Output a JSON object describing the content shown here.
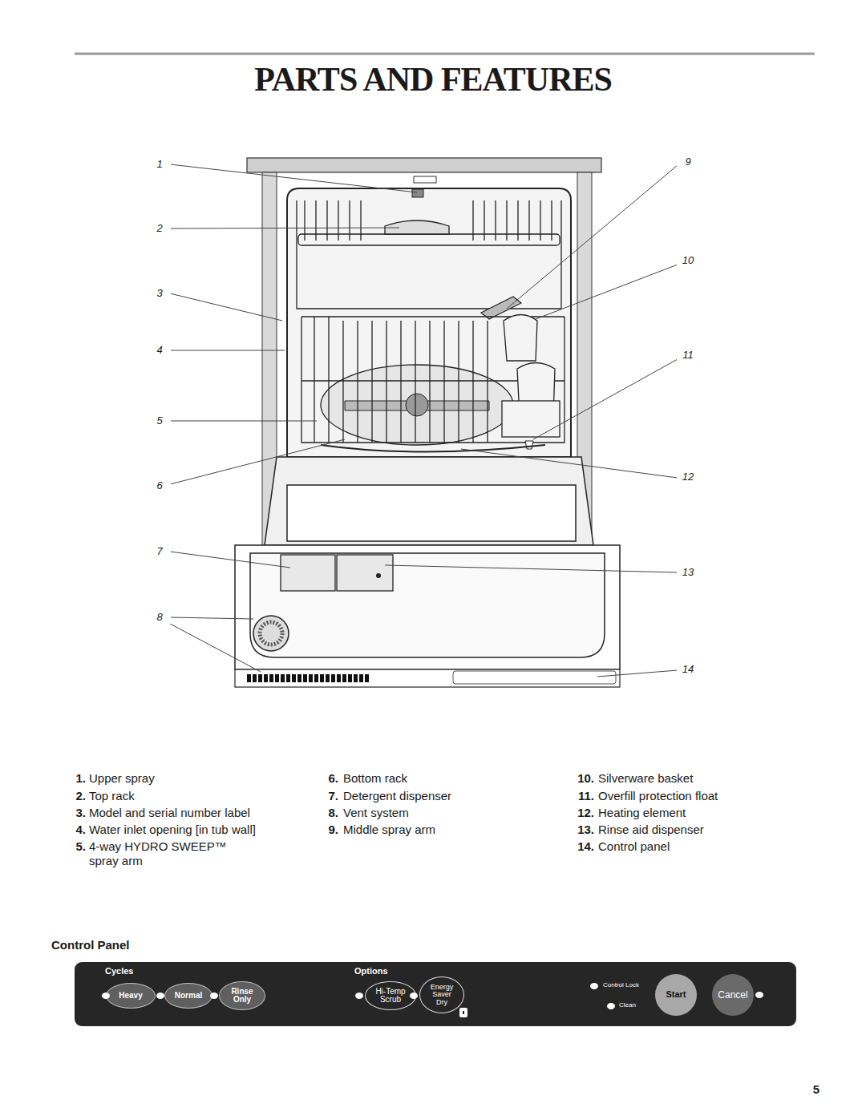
{
  "diagram": {
    "title": "PARTS AND FEATURES",
    "nodes": [
      {
        "text": [
          "Cycles",
          "Options",
          "Control Lock",
          "Clean"
        ]
      },
      {
        "text": [
          "Heavy"
        ],
        "in": 0
      },
      {
        "text": [
          "Normal"
        ],
        "in": 0
      },
      {
        "text": [
          "Rinse Only"
        ],
        "in": 0
      },
      {
        "text": [
          "Hi-Temp Scrub"
        ],
        "in": 0
      },
      {
        "text": [
          "Energy Saver Dry"
        ],
        "in": 0
      },
      {
        "text": [
          "Start"
        ],
        "in": 0
      },
      {
        "text": [
          "Cancel"
        ],
        "in": 0
      }
    ],
    "labels": [
      "1",
      "2",
      "3",
      "4",
      "5",
      "6",
      "7",
      "8",
      "9",
      "10",
      "11",
      "12",
      "13",
      "14",
      "1.",
      "Upper spray",
      "2.",
      "Top rack",
      "3.",
      "Model and serial number label",
      "4.",
      "Water inlet opening [in tub wall]",
      "5.",
      "4-way HYDRO SWEEP™ spray arm",
      "6.",
      "Bottom rack",
      "7.",
      "Detergent dispenser",
      "8.",
      "Vent system",
      "9.",
      "Middle spray arm",
      "10.",
      "Silverware basket",
      "11.",
      "Overfill protection float",
      "12.",
      "Heating element",
      "13.",
      "Rinse aid dispenser",
      "14.",
      "Control panel",
      "Control Panel",
      "5"
    ]
  }
}
